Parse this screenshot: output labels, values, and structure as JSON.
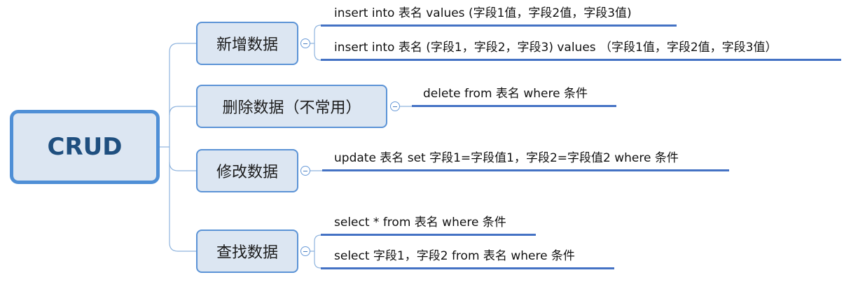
{
  "root": {
    "label": "CRUD"
  },
  "branches": [
    {
      "label": "新增数据",
      "leaves": [
        "insert into 表名 values (字段1值，字段2值，字段3值)",
        "insert into 表名 (字段1，字段2，字段3) values （字段1值，字段2值，字段3值）"
      ]
    },
    {
      "label": "删除数据（不常用）",
      "leaves": [
        "delete from 表名 where 条件"
      ]
    },
    {
      "label": "修改数据",
      "leaves": [
        "update 表名 set 字段1=字段值1，字段2=字段值2 where 条件"
      ]
    },
    {
      "label": "查找数据",
      "leaves": [
        "select * from 表名 where 条件",
        "select 字段1，字段2 from 表名 where 条件"
      ]
    }
  ],
  "colors": {
    "line": "#8fb4de",
    "underline": "#4472c4",
    "node_fill": "#dce6f2",
    "node_border": "#5b93d6"
  }
}
